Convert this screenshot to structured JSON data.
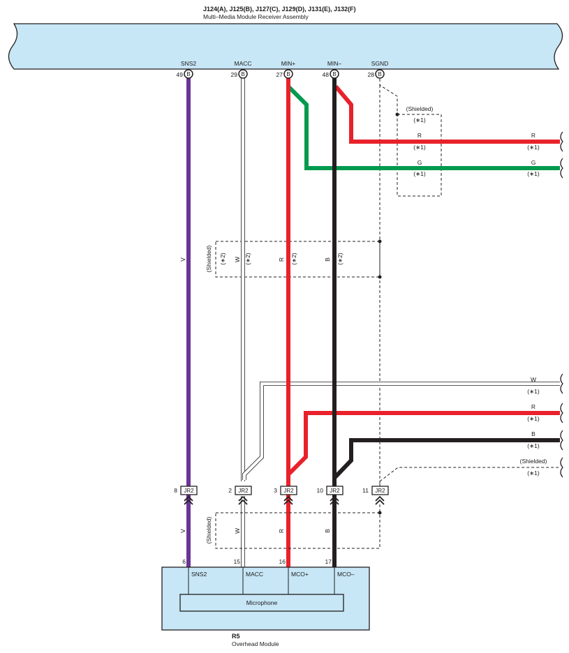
{
  "top_component": {
    "ids": "J124(A), J125(B), J127(C), J129(D), J131(E), J132(F)",
    "name": "Multi–Media Module Receiver Assembly",
    "connector_letter": "B",
    "pins": [
      {
        "num": "49",
        "name": "SNS2"
      },
      {
        "num": "29",
        "name": "MACC"
      },
      {
        "num": "27",
        "name": "MIN+"
      },
      {
        "num": "48",
        "name": "MIN–"
      },
      {
        "num": "28",
        "name": "SGND"
      }
    ]
  },
  "top_right_wires": {
    "shield_label": "(Shielded)",
    "shield_note": "(∗1)",
    "wires": [
      {
        "color": "R",
        "note": "(∗1)"
      },
      {
        "color": "G",
        "note": "(∗1)"
      }
    ]
  },
  "middle_shield": {
    "label": "(Shielded)",
    "note": "(∗2)",
    "wires": [
      {
        "color": "V",
        "note": ""
      },
      {
        "color": "W",
        "note": "(∗2)"
      },
      {
        "color": "R",
        "note": "(∗2)"
      },
      {
        "color": "B",
        "note": "(∗2)"
      }
    ]
  },
  "lower_right_wires": [
    {
      "color": "W",
      "note": "(∗1)"
    },
    {
      "color": "R",
      "note": "(∗1)"
    },
    {
      "color": "B",
      "note": "(∗1)"
    },
    {
      "color": "(Shielded)",
      "note": "(∗1)"
    }
  ],
  "junction_connector": {
    "name": "JR2",
    "pins": [
      "8",
      "2",
      "3",
      "10",
      "11"
    ]
  },
  "bottom_shield": {
    "label": "(Shielded)",
    "wires": [
      "V",
      "W",
      "R",
      "B"
    ]
  },
  "bottom_component": {
    "id": "R5",
    "name": "Overhead Module",
    "pins": [
      {
        "num": "6",
        "name": "SNS2"
      },
      {
        "num": "15",
        "name": "MACC"
      },
      {
        "num": "16",
        "name": "MCO+"
      },
      {
        "num": "17",
        "name": "MCO–"
      }
    ],
    "sub_component": "Microphone"
  },
  "colors": {
    "component_fill": "#c7e6f6",
    "purple": "#6a3594",
    "red": "#e8212b",
    "green": "#009a4e",
    "black": "#231f20",
    "white_wire": "#ffffff"
  }
}
